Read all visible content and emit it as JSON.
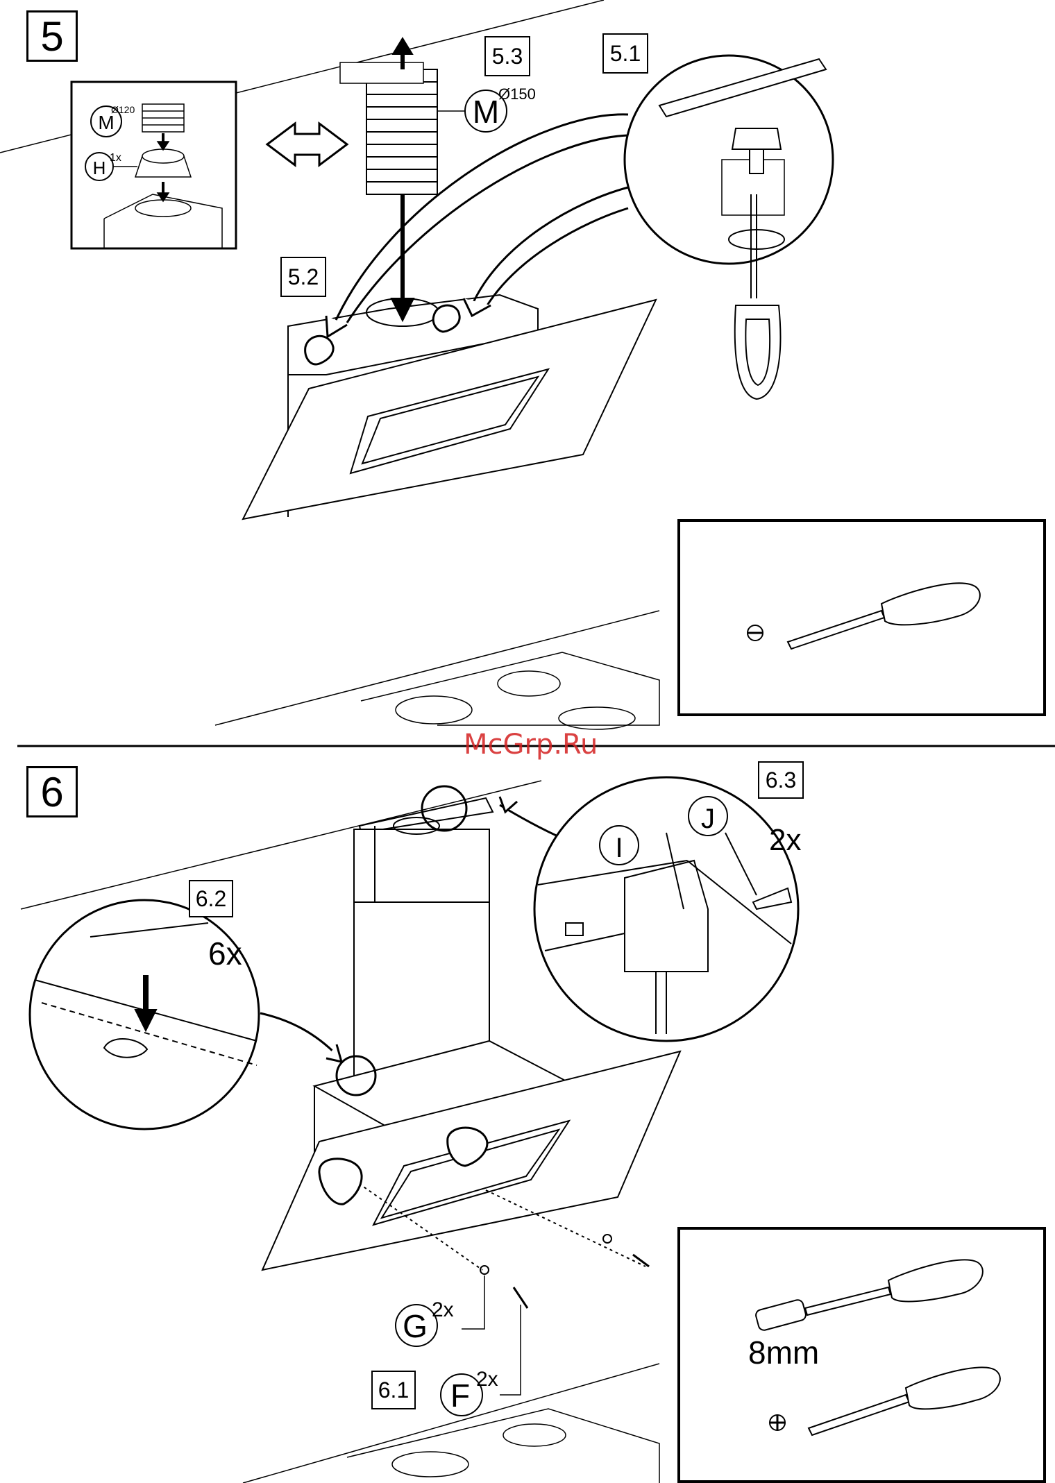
{
  "step5": {
    "number": "5",
    "sub_labels": {
      "a": "5.1",
      "b": "5.2",
      "c": "5.3"
    },
    "ducts": {
      "small": {
        "letter": "M",
        "size": "Ø120"
      },
      "adapter": {
        "letter": "H",
        "qty": "1x"
      },
      "large": {
        "letter": "M",
        "size": "Ø150"
      }
    }
  },
  "step6": {
    "number": "6",
    "sub_labels": {
      "a": "6.1",
      "b": "6.2",
      "c": "6.3"
    },
    "parts": {
      "i": "I",
      "j": "J",
      "screws_qty": "2x",
      "g": {
        "letter": "G",
        "qty": "2x"
      },
      "f": {
        "letter": "F",
        "qty": "2x"
      }
    },
    "clips_qty": "6x",
    "socket_size": "8mm"
  },
  "watermark": "McGrp.Ru",
  "icons": [
    "flat-screwdriver-icon",
    "phillips-screwdriver-icon",
    "socket-driver-icon",
    "spirit-level-icon",
    "rotate-arrows-icon",
    "double-arrow-icon"
  ]
}
